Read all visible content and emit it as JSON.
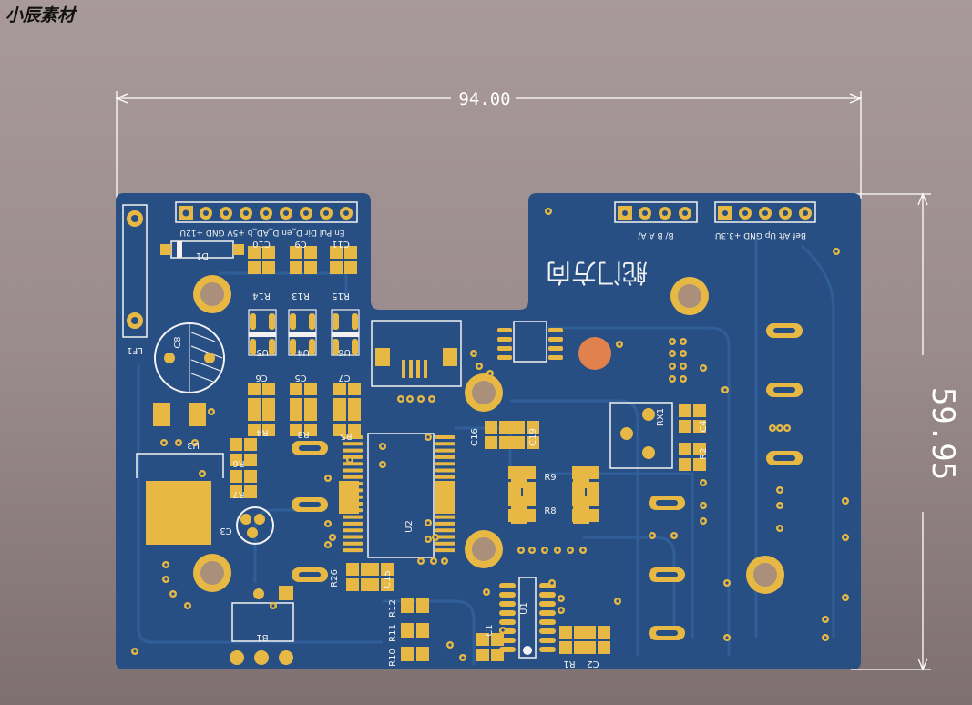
{
  "watermark": "小辰素材",
  "dimensions": {
    "width": "94.00",
    "height": "59.95"
  },
  "board": {
    "header_left_pins": "En Pul Dir D_en D_AD_b +5V GND +12U",
    "header_right_pins_a": "B/ B A A/",
    "header_right_pins_b": "Bef Aft Up GND +3.3U",
    "chinese_label": "舵门方向"
  },
  "designators": [
    "LF1",
    "D1",
    "C10",
    "C9",
    "C11",
    "R14",
    "R13",
    "R15",
    "U5",
    "U4",
    "U6",
    "C8",
    "C6",
    "C5",
    "C7",
    "R4",
    "R3",
    "R5",
    "U3",
    "R6",
    "R7",
    "C3",
    "C16",
    "C19",
    "RX1",
    "C4",
    "R2",
    "R9",
    "R8",
    "U2",
    "R26",
    "C15",
    "R12",
    "R11",
    "R10",
    "B1",
    "U1",
    "C1",
    "R1",
    "C2"
  ],
  "colors": {
    "board": "#284f83",
    "pad": "#e7b944",
    "silk": "#f2f2f2",
    "trace": "#2e5a91",
    "dim_line": "#ffffff"
  }
}
